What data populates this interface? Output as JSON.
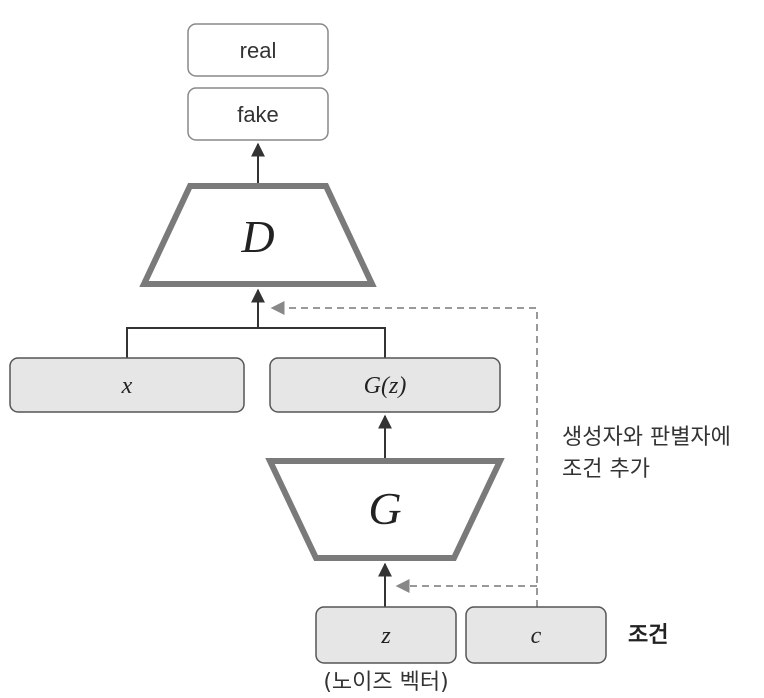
{
  "colors": {
    "box_fill_gray": "#e6e6e6",
    "box_stroke": "#555555",
    "trapezoid_stroke": "#7a7a7a",
    "line": "#333333",
    "dashed": "#999999"
  },
  "outputs": {
    "real": "real",
    "fake": "fake"
  },
  "discriminator": {
    "label": "D"
  },
  "generator": {
    "label": "G"
  },
  "inputs": {
    "x": "x",
    "gz": "G(z)",
    "z": "z",
    "c": "c"
  },
  "annotations": {
    "condition_note_line1": "생성자와 판별자에",
    "condition_note_line2": "조건 추가",
    "condition_label": "조건",
    "noise_label": "(노이즈 벡터)"
  }
}
